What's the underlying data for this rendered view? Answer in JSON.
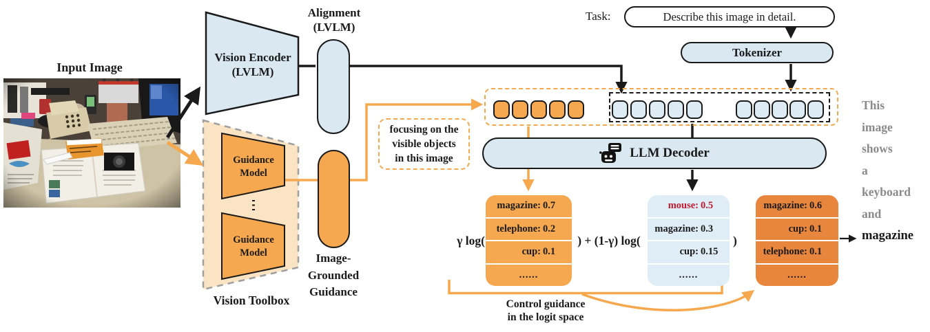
{
  "figure": {
    "input_image_label": "Input Image",
    "vision_encoder": {
      "line1": "Vision Encoder",
      "line2": "(LVLM)"
    },
    "alignment": {
      "line1": "Alignment",
      "line2": "(LVLM)"
    },
    "vision_toolbox_label": "Vision Toolbox",
    "guidance_model": {
      "line1": "Guidance",
      "line2": "Model"
    },
    "image_grounded": {
      "line1": "Image-",
      "line2": "Grounded",
      "line3": "Guidance"
    },
    "task_label": "Task:",
    "task_text": "Describe this image in detail.",
    "tokenizer_label": "Tokenizer",
    "llm_decoder_label": "LLM Decoder",
    "focus_note": {
      "line1": "focusing on the",
      "line2": "visible objects",
      "line3": "in this image"
    },
    "control_note": {
      "line1": "Control guidance",
      "line2": "in the logit space"
    },
    "formula": {
      "left": "γ log(",
      "middle": ") + (1-γ) log(",
      "right": ")"
    }
  },
  "tables": {
    "guidance": {
      "rows": [
        [
          "magazine:",
          "0.7"
        ],
        [
          "telephone:",
          "0.2"
        ],
        [
          "cup:",
          "0.1"
        ]
      ],
      "dots": "......"
    },
    "lvlm": {
      "rows": [
        [
          "mouse:",
          "0.5"
        ],
        [
          "magazine:",
          "0.3"
        ],
        [
          "cup:",
          "0.15"
        ]
      ],
      "dots": "......"
    },
    "combined": {
      "rows": [
        [
          "magazine:",
          "0.6"
        ],
        [
          "cup:",
          "0.1"
        ],
        [
          "telephone:",
          "0.1"
        ]
      ],
      "dots": "......"
    }
  },
  "output": {
    "words": [
      "This",
      "image",
      "shows",
      "a",
      "keyboard",
      "and"
    ],
    "final_word": "magazine"
  },
  "icons": {
    "llm_decoder": "robot-chat-icon"
  },
  "colors": {
    "light_blue": "#D9E8F1",
    "orange": "#F6A850",
    "orange_dark": "#E9863E",
    "orange_pale": "#FBE4C4",
    "accent": "#F6A84F",
    "gray_text": "#8A8A8A",
    "crimson": "#C11A2E"
  }
}
